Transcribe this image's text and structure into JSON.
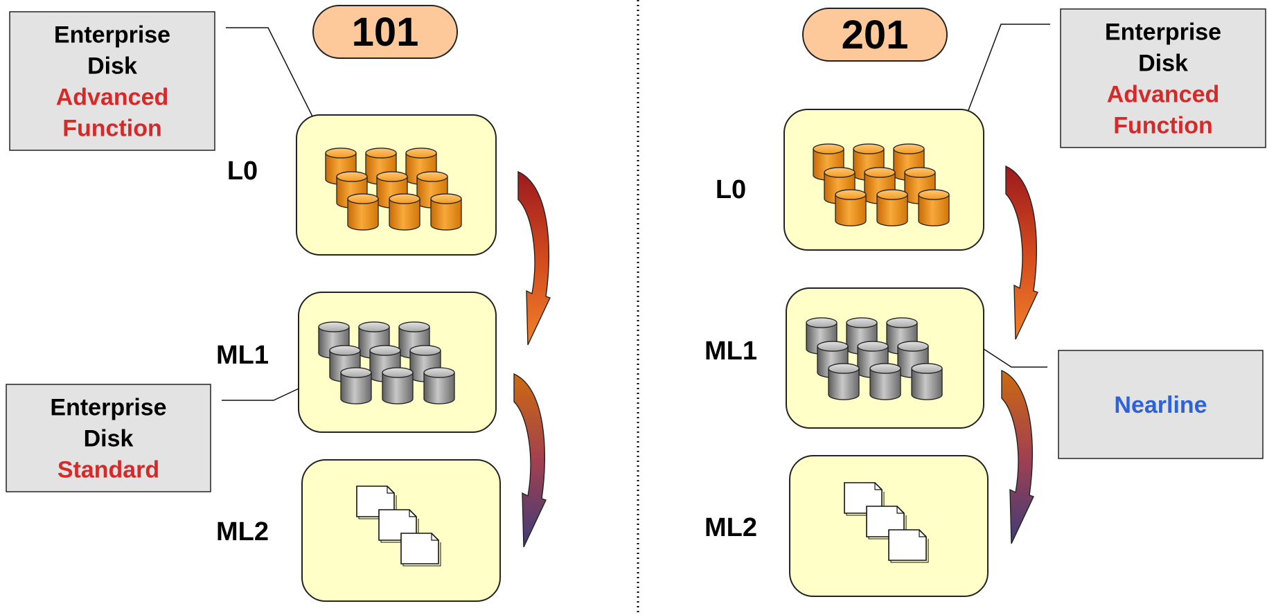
{
  "colors": {
    "tier_fill": "#ffffc8",
    "badge_fill": "#fdc99a",
    "callout_fill": "#e3e3e3",
    "red_text": "#d42a2a",
    "blue_text": "#2e62d8",
    "orange_disk": "#f29a1e",
    "gray_disk": "#9a9a9a"
  },
  "panels": [
    {
      "badge": "101",
      "tiers": [
        {
          "label": "L0",
          "media": "orange-disk-cluster-icon"
        },
        {
          "label": "ML1",
          "media": "gray-disk-cluster-icon"
        },
        {
          "label": "ML2",
          "media": "tape-document-stack-icon"
        }
      ],
      "callouts": [
        {
          "line1": "Enterprise",
          "line2": "Disk",
          "line3": "Advanced",
          "line4": "Function"
        },
        {
          "line1": "Enterprise",
          "line2": "Disk",
          "line3": "Standard"
        }
      ]
    },
    {
      "badge": "201",
      "tiers": [
        {
          "label": "L0",
          "media": "orange-disk-cluster-icon"
        },
        {
          "label": "ML1",
          "media": "gray-disk-cluster-icon"
        },
        {
          "label": "ML2",
          "media": "tape-document-stack-icon"
        }
      ],
      "callouts": [
        {
          "line1": "Enterprise",
          "line2": "Disk",
          "line3": "Advanced",
          "line4": "Function"
        },
        {
          "line1": "Nearline"
        }
      ]
    }
  ]
}
